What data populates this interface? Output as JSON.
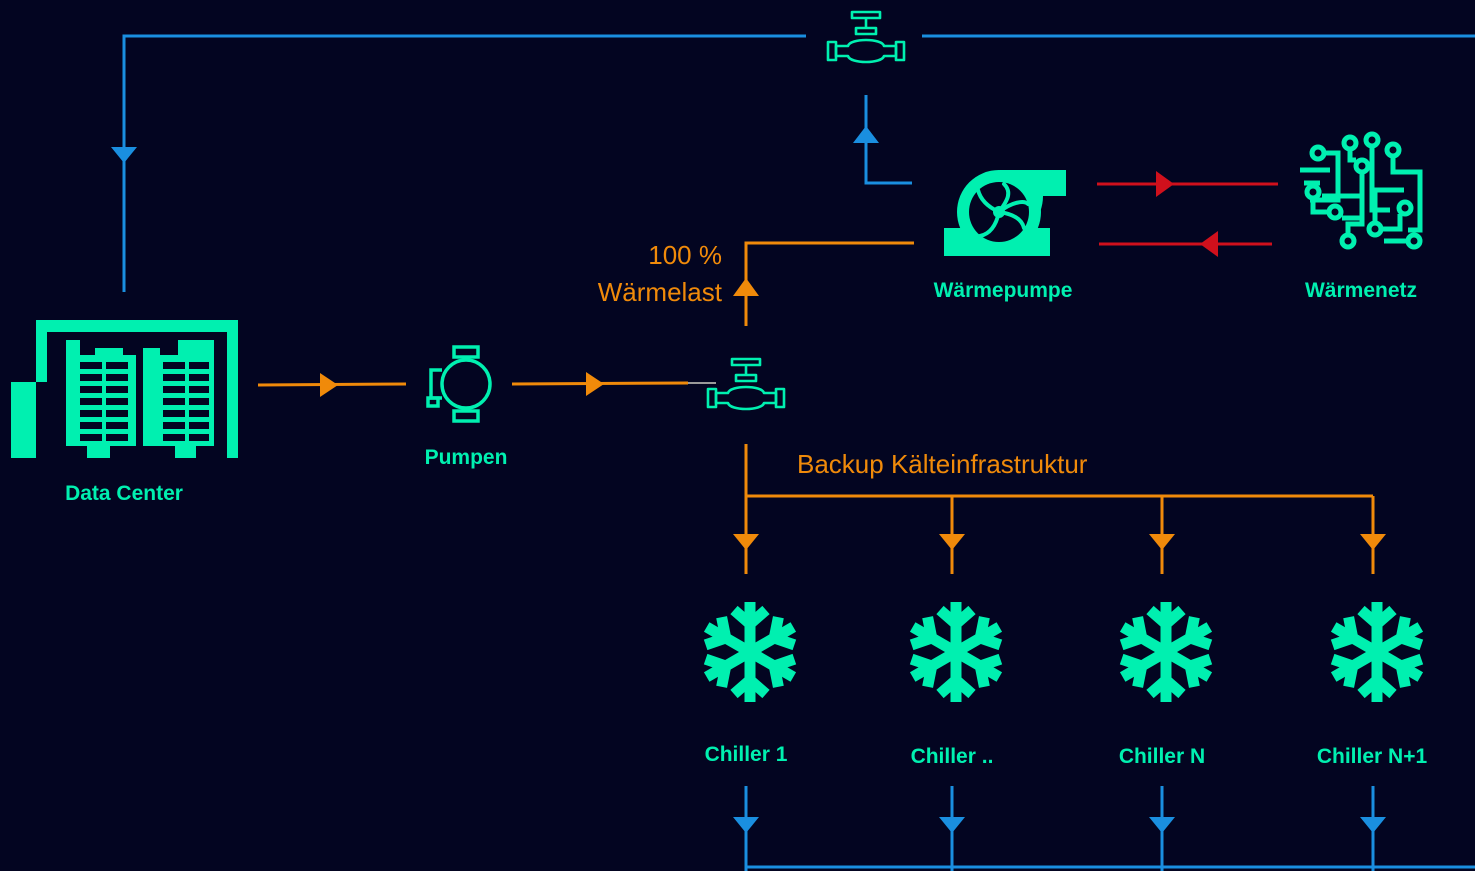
{
  "colors": {
    "background": "#030521",
    "cold_line": "#1a8fe0",
    "warm_line": "#f08a0a",
    "heat_exchange_line": "#d0101c",
    "icon": "#00f0b0",
    "label_bold": "#00f0b0",
    "label_warm": "#f08a0a"
  },
  "labels": {
    "data_center": "Data Center",
    "pumps": "Pumpen",
    "heat_pump": "Wärmepumpe",
    "heat_network": "Wärmenetz",
    "heat_load_value": "100 %",
    "heat_load": "Wärmelast",
    "backup": "Backup Kälteinfrastruktur",
    "chillers": [
      "Chiller 1",
      "Chiller ..",
      "Chiller N",
      "Chiller N+1"
    ]
  },
  "icons": {
    "data_center": "server-building-icon",
    "pump": "pump-icon",
    "valve": "valve-icon",
    "heat_pump": "heat-pump-icon",
    "heat_network": "circuit-network-icon",
    "chiller": "snowflake-icon"
  }
}
